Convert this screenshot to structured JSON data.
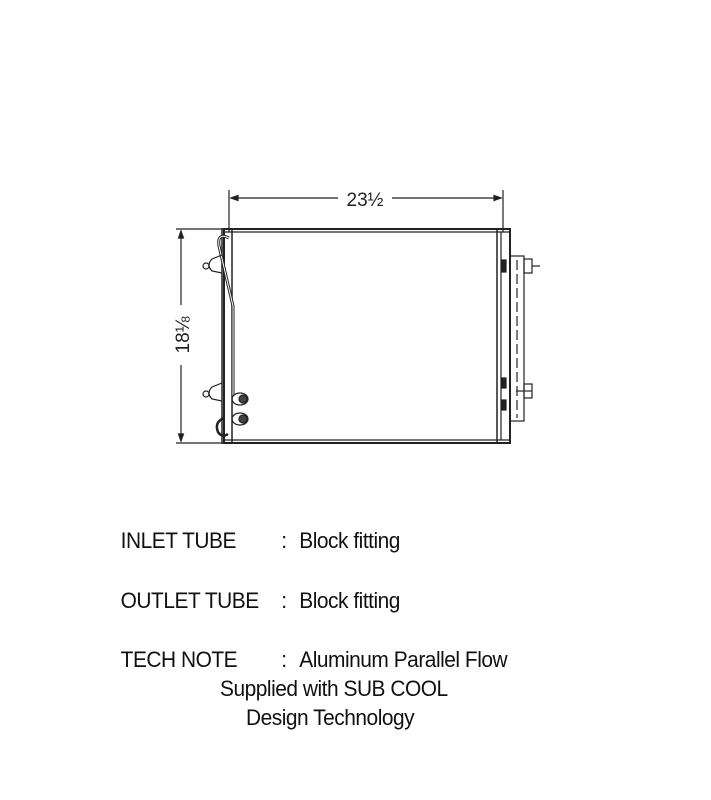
{
  "dimensions": {
    "width_label": "23½",
    "height_label": "18⅛"
  },
  "specs": [
    {
      "label": "INLET TUBE",
      "separator": ":",
      "value": "Block fitting"
    },
    {
      "label": "OUTLET TUBE",
      "separator": ":",
      "value": "Block fitting"
    },
    {
      "label": "TECH NOTE",
      "separator": ":",
      "value": "Aluminum Parallel Flow"
    }
  ],
  "tech_note_continuation": [
    "Supplied with SUB COOL",
    "Design Technology"
  ]
}
